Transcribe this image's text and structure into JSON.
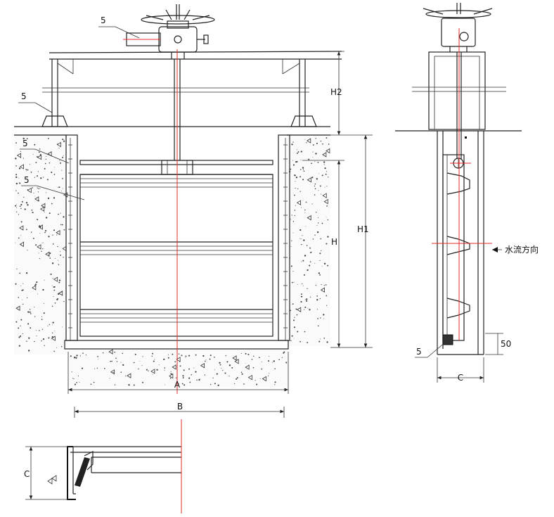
{
  "labels": {
    "part_number": "5",
    "h1": "H1",
    "h2": "H2",
    "h": "H",
    "a": "A",
    "b": "B",
    "c": "C",
    "dim_50": "50",
    "flow_direction": "水流方向"
  },
  "colors": {
    "line": "#222222",
    "centerline": "#e0282a",
    "background": "#ffffff"
  }
}
